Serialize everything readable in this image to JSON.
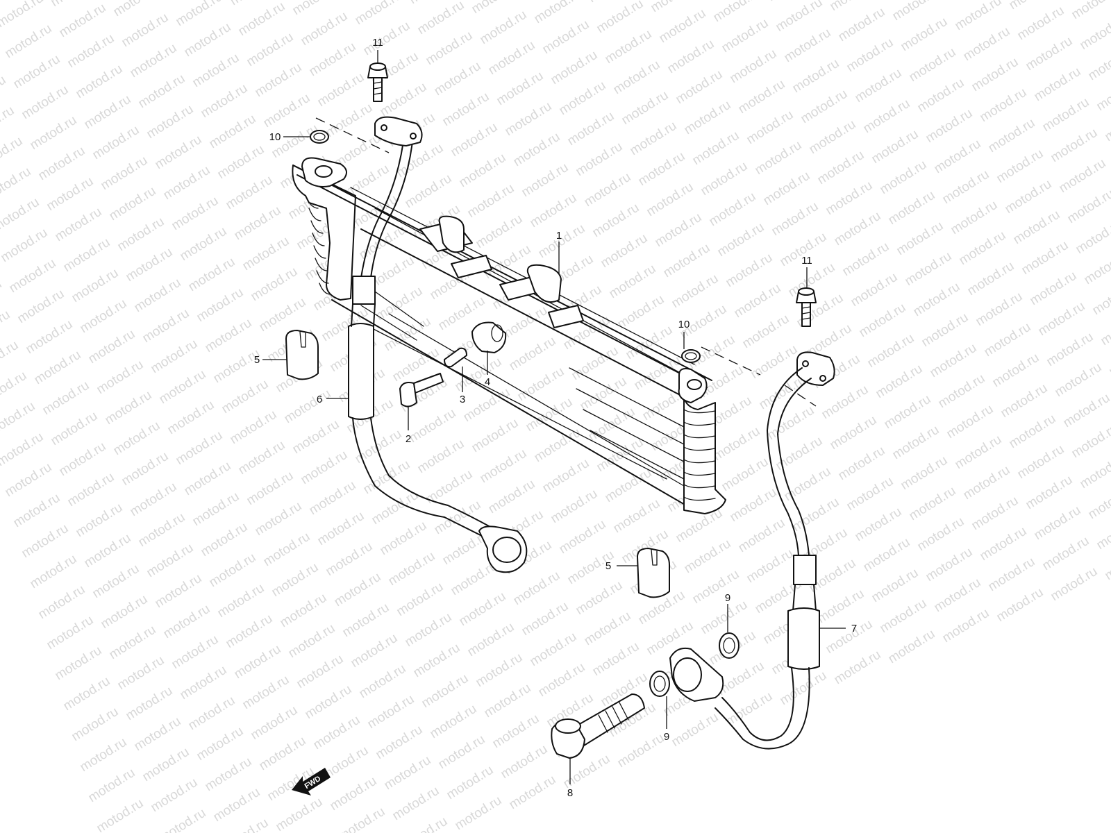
{
  "watermark": "motod.ru",
  "callouts": [
    {
      "id": "c1",
      "label": "1"
    },
    {
      "id": "c2",
      "label": "2"
    },
    {
      "id": "c3",
      "label": "3"
    },
    {
      "id": "c4",
      "label": "4"
    },
    {
      "id": "c5a",
      "label": "5"
    },
    {
      "id": "c5b",
      "label": "5"
    },
    {
      "id": "c6",
      "label": "6"
    },
    {
      "id": "c7",
      "label": "7"
    },
    {
      "id": "c8",
      "label": "8"
    },
    {
      "id": "c9a",
      "label": "9"
    },
    {
      "id": "c9b",
      "label": "9"
    },
    {
      "id": "c10a",
      "label": "10"
    },
    {
      "id": "c10b",
      "label": "10"
    },
    {
      "id": "c11a",
      "label": "11"
    },
    {
      "id": "c11b",
      "label": "11"
    }
  ],
  "direction_badge": "FWD",
  "colors": {
    "line": "#111111",
    "watermark": "#d8d8d8",
    "background": "#ffffff"
  }
}
